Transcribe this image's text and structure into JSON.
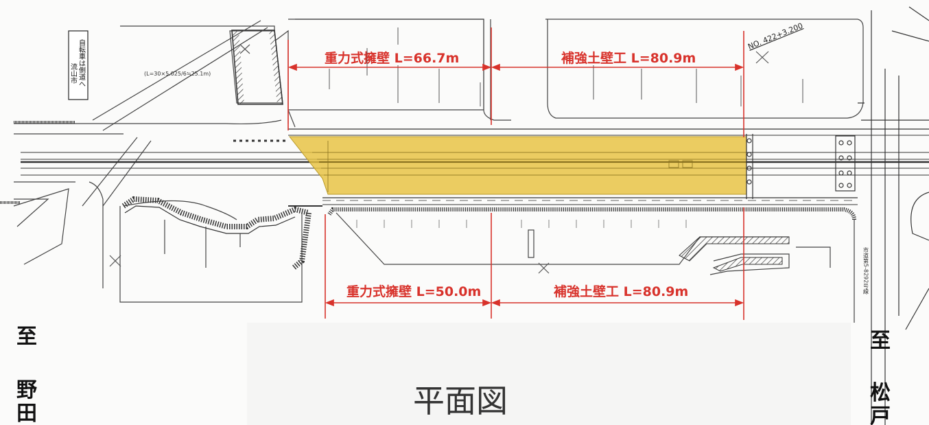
{
  "title": "平面図",
  "labels": {
    "top_left_wall": "重力式擁壁 L=66.7m",
    "top_right_wall": "補強土壁工 L=80.9m",
    "bottom_left_wall": "重力式擁壁 L=50.0m",
    "bottom_right_wall": "補強土壁工 L=80.9m",
    "station": "NO. 422+3.200",
    "calc_note": "(L=30×5.025/6≒25.1m)",
    "bicycle_sign": [
      "自転車は側道へ",
      "流山市"
    ],
    "right_vertical_note": "市道第5-8292号線"
  },
  "directions": {
    "left_to": "至",
    "left_dest_1": "野",
    "left_dest_2": "田",
    "right_to": "至",
    "right_dest_1": "松",
    "right_dest_2": "戸"
  },
  "colors": {
    "highlight": "#e6c13f",
    "dimension_red": "#d8322b",
    "line": "#444444"
  }
}
